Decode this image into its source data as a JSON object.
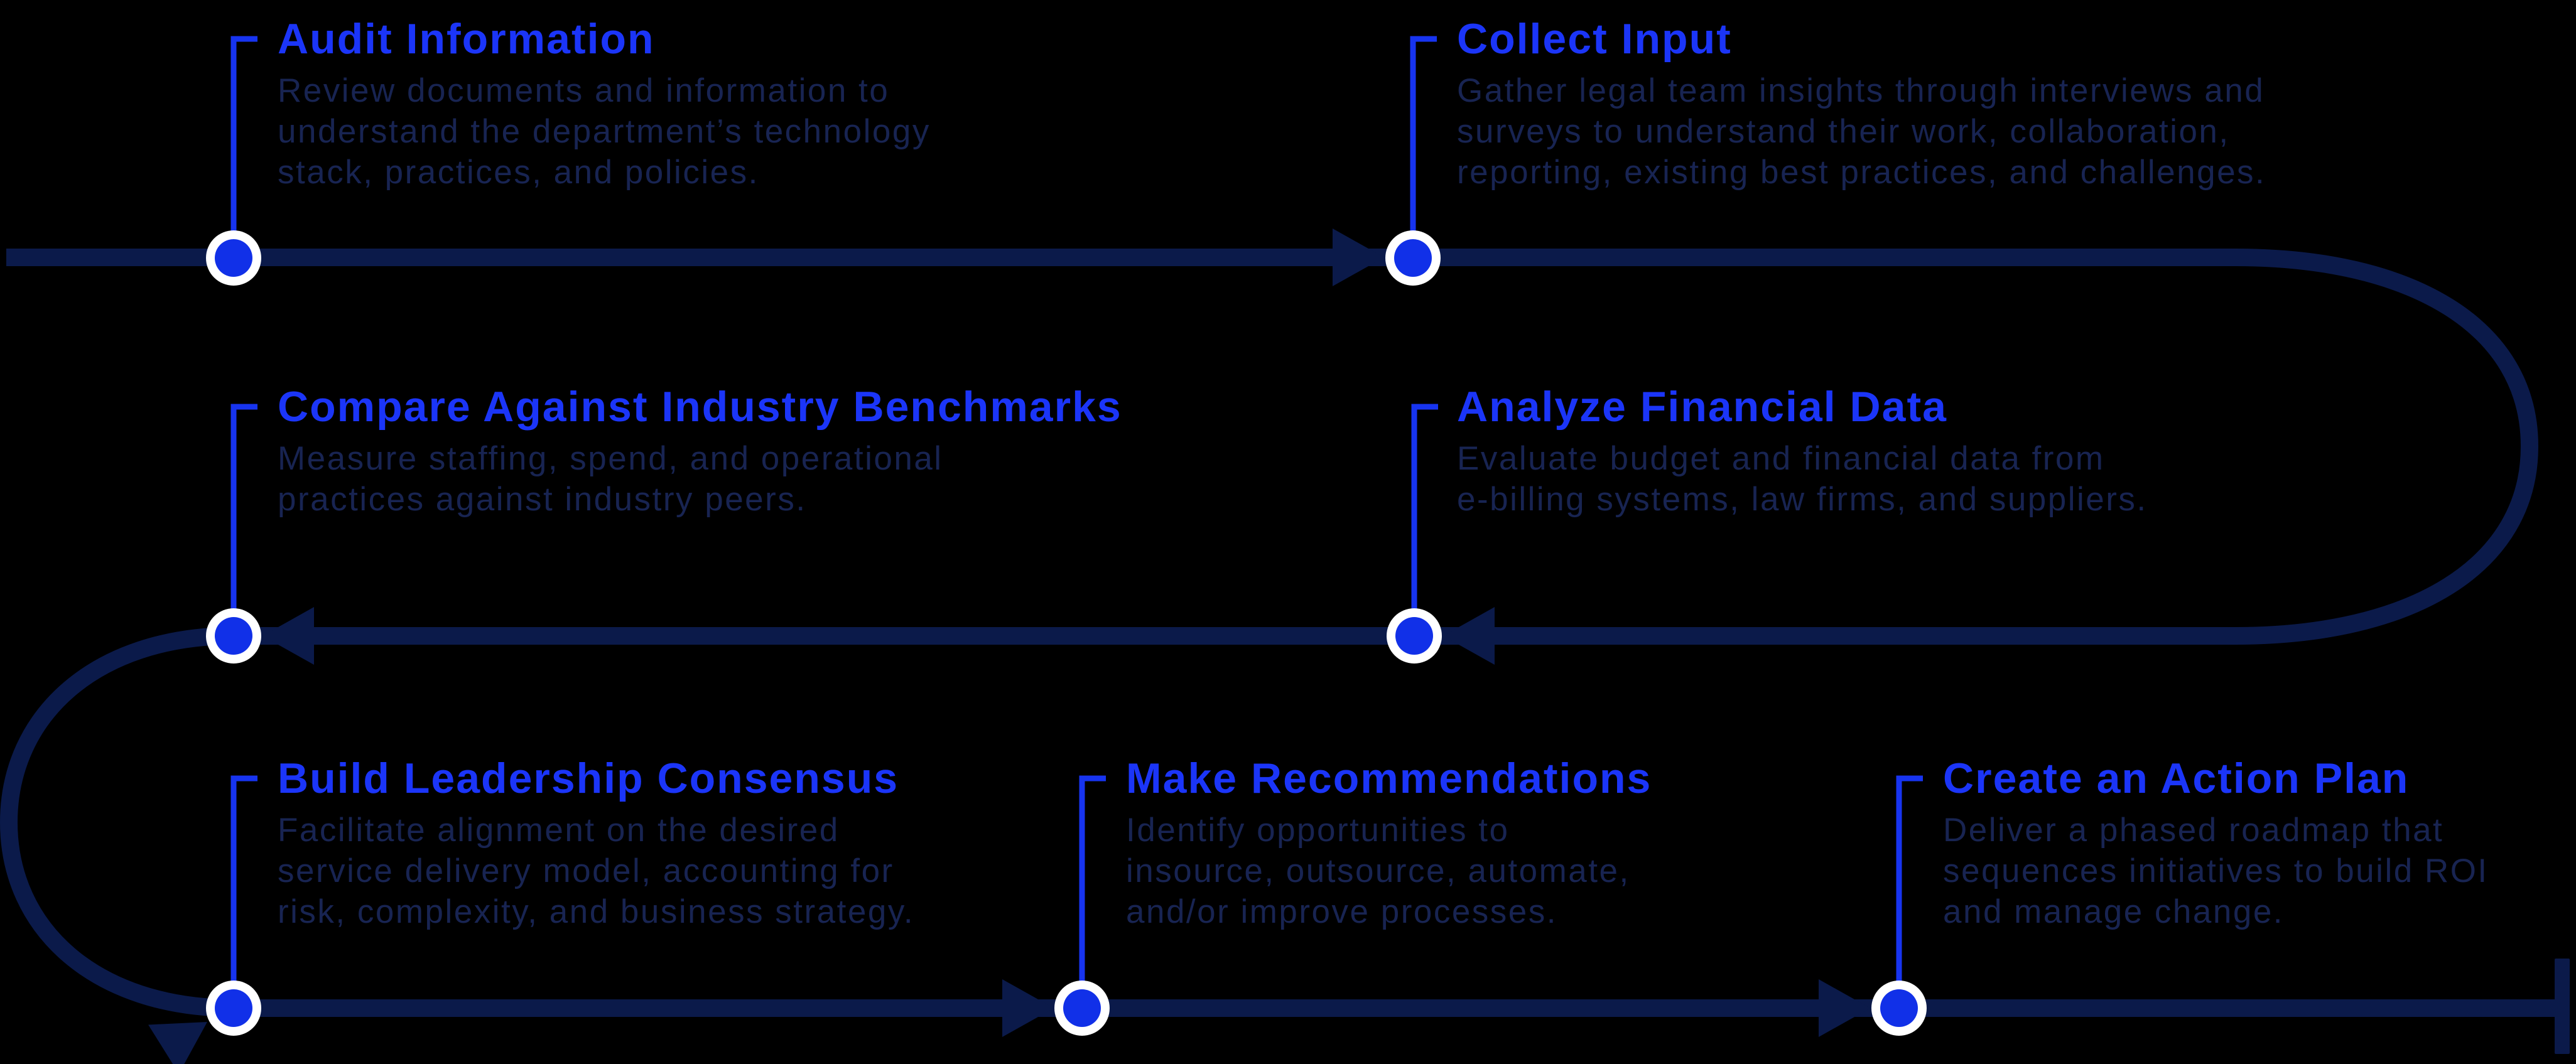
{
  "diagram": {
    "type": "serpentine-process-flow",
    "step_count": 7,
    "steps": [
      {
        "title": "Audit Information",
        "description": [
          "Review documents and information to",
          "understand the department’s technology",
          "stack, practices, and policies."
        ]
      },
      {
        "title": "Collect Input",
        "description": [
          "Gather legal team insights through interviews and",
          "surveys to understand their work, collaboration,",
          "reporting, existing best practices, and challenges."
        ]
      },
      {
        "title": "Analyze Financial Data",
        "description": [
          "Evaluate budget and financial data from",
          "e-billing systems, law firms, and suppliers."
        ]
      },
      {
        "title": "Compare Against Industry Benchmarks",
        "description": [
          "Measure staffing, spend, and operational",
          "practices against industry peers."
        ]
      },
      {
        "title": "Build Leadership Consensus",
        "description": [
          "Facilitate alignment on the desired",
          "service delivery model, accounting for",
          "risk, complexity, and business strategy."
        ]
      },
      {
        "title": "Make Recommendations",
        "description": [
          "Identify opportunities to",
          "insource, outsource, automate,",
          "and/or improve processes."
        ]
      },
      {
        "title": "Create an Action Plan",
        "description": [
          "Deliver a phased roadmap that",
          "sequences initiatives to build ROI",
          "and manage change."
        ]
      }
    ]
  },
  "colors": {
    "background": "#000000",
    "flow_line": "#0b1a4a",
    "accent": "#1734f0",
    "title_text": "#1b35f8",
    "body_text": "#182452",
    "node_fill": "#1130e8",
    "node_ring": "#ffffff"
  }
}
